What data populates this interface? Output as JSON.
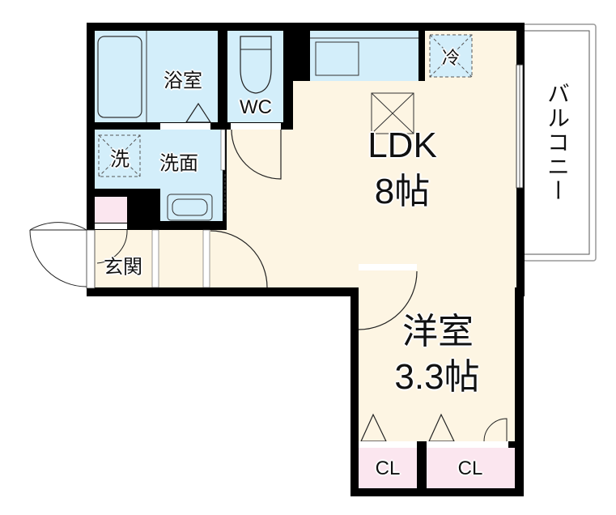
{
  "rooms": {
    "bath": "浴室",
    "wc": "WC",
    "washer": "洗",
    "washroom": "洗面",
    "entrance": "玄関",
    "fridge": "冷",
    "ldk_name": "LDK",
    "ldk_size": "8帖",
    "western_name": "洋室",
    "western_size": "3.3帖",
    "closet1": "CL",
    "closet2": "CL",
    "balcony": "バルコニー"
  },
  "colors": {
    "wall": "#000000",
    "floor": "#fdf5e3",
    "wet_area": "#d3eefa",
    "storage": "#fbe6ef",
    "balcony": "#ffffff"
  }
}
